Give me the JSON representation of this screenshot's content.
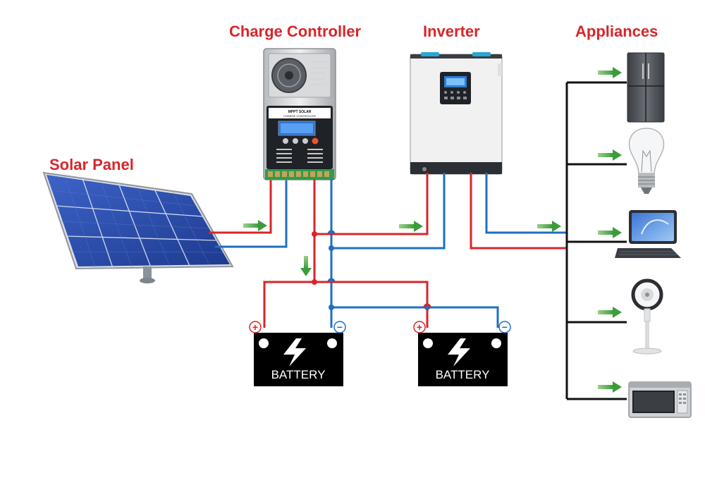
{
  "labels": {
    "charge_controller": "Charge Controller",
    "inverter": "Inverter",
    "appliances": "Appliances",
    "solar_panel": "Solar Panel"
  },
  "controller": {
    "line1": "MPPT SOLAR",
    "line2": "CHARGE CONTROLLER"
  },
  "batteries": [
    {
      "label": "BATTERY",
      "plus": "+",
      "minus": "−"
    },
    {
      "label": "BATTERY",
      "plus": "+",
      "minus": "−"
    }
  ],
  "appliance_icons": [
    "refrigerator-icon",
    "light-bulb-icon",
    "tablet-keyboard-icon",
    "fan-icon",
    "microwave-icon"
  ],
  "colors": {
    "heading": "#d9252a",
    "positive_wire": "#d9252a",
    "negative_wire": "#1f6fc1",
    "ac_wire": "#111111",
    "arrow": "#3a9d3a"
  }
}
